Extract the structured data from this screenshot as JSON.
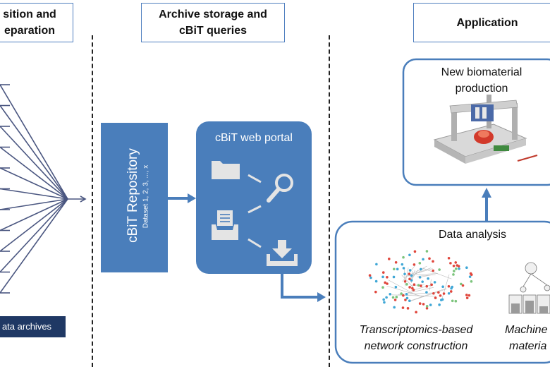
{
  "headers": {
    "left_line1": "sition and",
    "left_line2": "eparation",
    "middle_line1": "Archive storage and",
    "middle_line2": "cBiT queries",
    "right": "Application"
  },
  "data_archives_label": "ata archives",
  "repository": {
    "title": "cBiT Repository",
    "datasets": "Dataset 1, 2, 3, ..., x"
  },
  "portal": {
    "title": "cBiT web portal"
  },
  "application": {
    "biomaterial_line1": "New biomaterial",
    "biomaterial_line2": "production",
    "analysis_title": "Data analysis",
    "transcriptomics_line1": "Transcriptomics-based",
    "transcriptomics_line2": "network construction",
    "machine_line1": "Machine",
    "machine_line2": "materia"
  },
  "colors": {
    "panel_blue": "#4a7ebb",
    "dark_navy": "#1f3864",
    "fan_lines": "#4a5680",
    "border_blue": "#4f7fbf"
  }
}
